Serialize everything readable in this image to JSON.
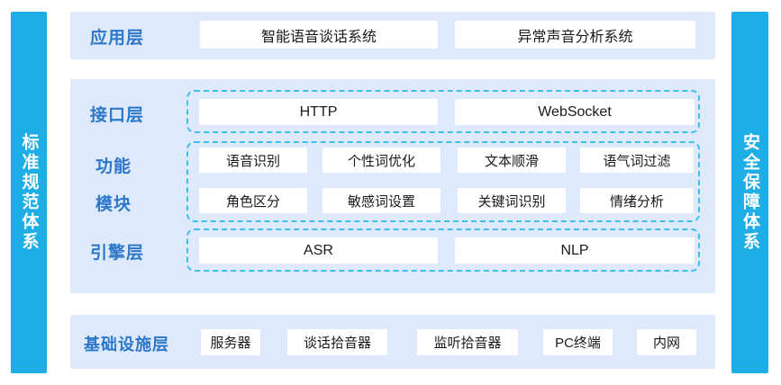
{
  "sidebars": {
    "left": {
      "label": "标准规范体系"
    },
    "right": {
      "label": "安全保障体系"
    }
  },
  "layers": {
    "application": {
      "label": "应用层",
      "items": [
        "智能语音谈话系统",
        "异常声音分析系统"
      ]
    },
    "interface": {
      "label": "接口层",
      "items": [
        "HTTP",
        "WebSocket"
      ]
    },
    "function_module": {
      "label_line1": "功能",
      "label_line2": "模块",
      "items": [
        "语音识别",
        "个性词优化",
        "文本顺滑",
        "语气词过滤",
        "角色区分",
        "敏感词设置",
        "关键词识别",
        "情绪分析"
      ]
    },
    "engine": {
      "label": "引擎层",
      "items": [
        "ASR",
        "NLP"
      ]
    },
    "infrastructure": {
      "label": "基础设施层",
      "items": [
        "服务器",
        "谈话拾音器",
        "监听拾音器",
        "PC终端",
        "内网"
      ]
    }
  },
  "colors": {
    "sidebar_blue": "#1FADE6",
    "panel_blue": "#DEE9FB",
    "label_blue": "#2C77C9",
    "dashed_cyan": "#3FC0E8",
    "box_white": "#FFFFFF",
    "text_dark": "#1A1A1A"
  }
}
